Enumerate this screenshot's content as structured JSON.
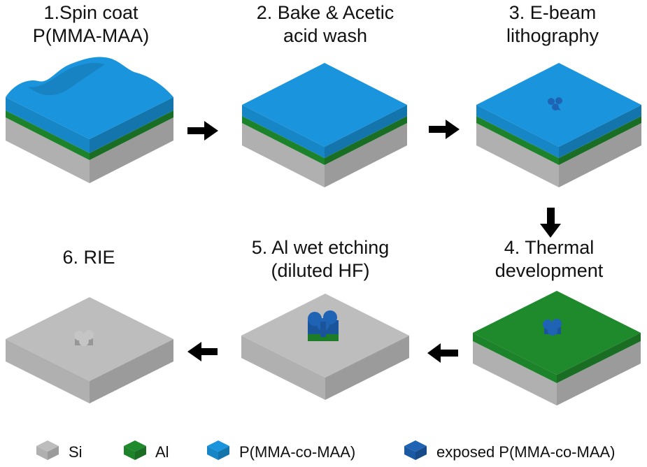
{
  "steps": [
    {
      "title_lines": [
        "1.Spin coat",
        "P(MMA-MAA)"
      ]
    },
    {
      "title_lines": [
        "2. Bake & Acetic",
        "acid wash"
      ]
    },
    {
      "title_lines": [
        "3. E-beam",
        "lithography"
      ]
    },
    {
      "title_lines": [
        "4. Thermal",
        "development"
      ]
    },
    {
      "title_lines": [
        "5. Al wet etching",
        "(diluted HF)"
      ]
    },
    {
      "title_lines": [
        "6. RIE"
      ]
    }
  ],
  "legend": [
    {
      "label": "Si",
      "color": "#bdbdbd"
    },
    {
      "label": "Al",
      "color": "#1f8a2c"
    },
    {
      "label": "P(MMA-co-MAA)",
      "color": "#1a95dd"
    },
    {
      "label": "exposed P(MMA-co-MAA)",
      "color": "#1f63b5"
    }
  ],
  "colors": {
    "si": "#bdbdbd",
    "al": "#1f8a2c",
    "pmma": "#1a95dd",
    "exposed": "#1f63b5",
    "arrow": "#000000"
  }
}
